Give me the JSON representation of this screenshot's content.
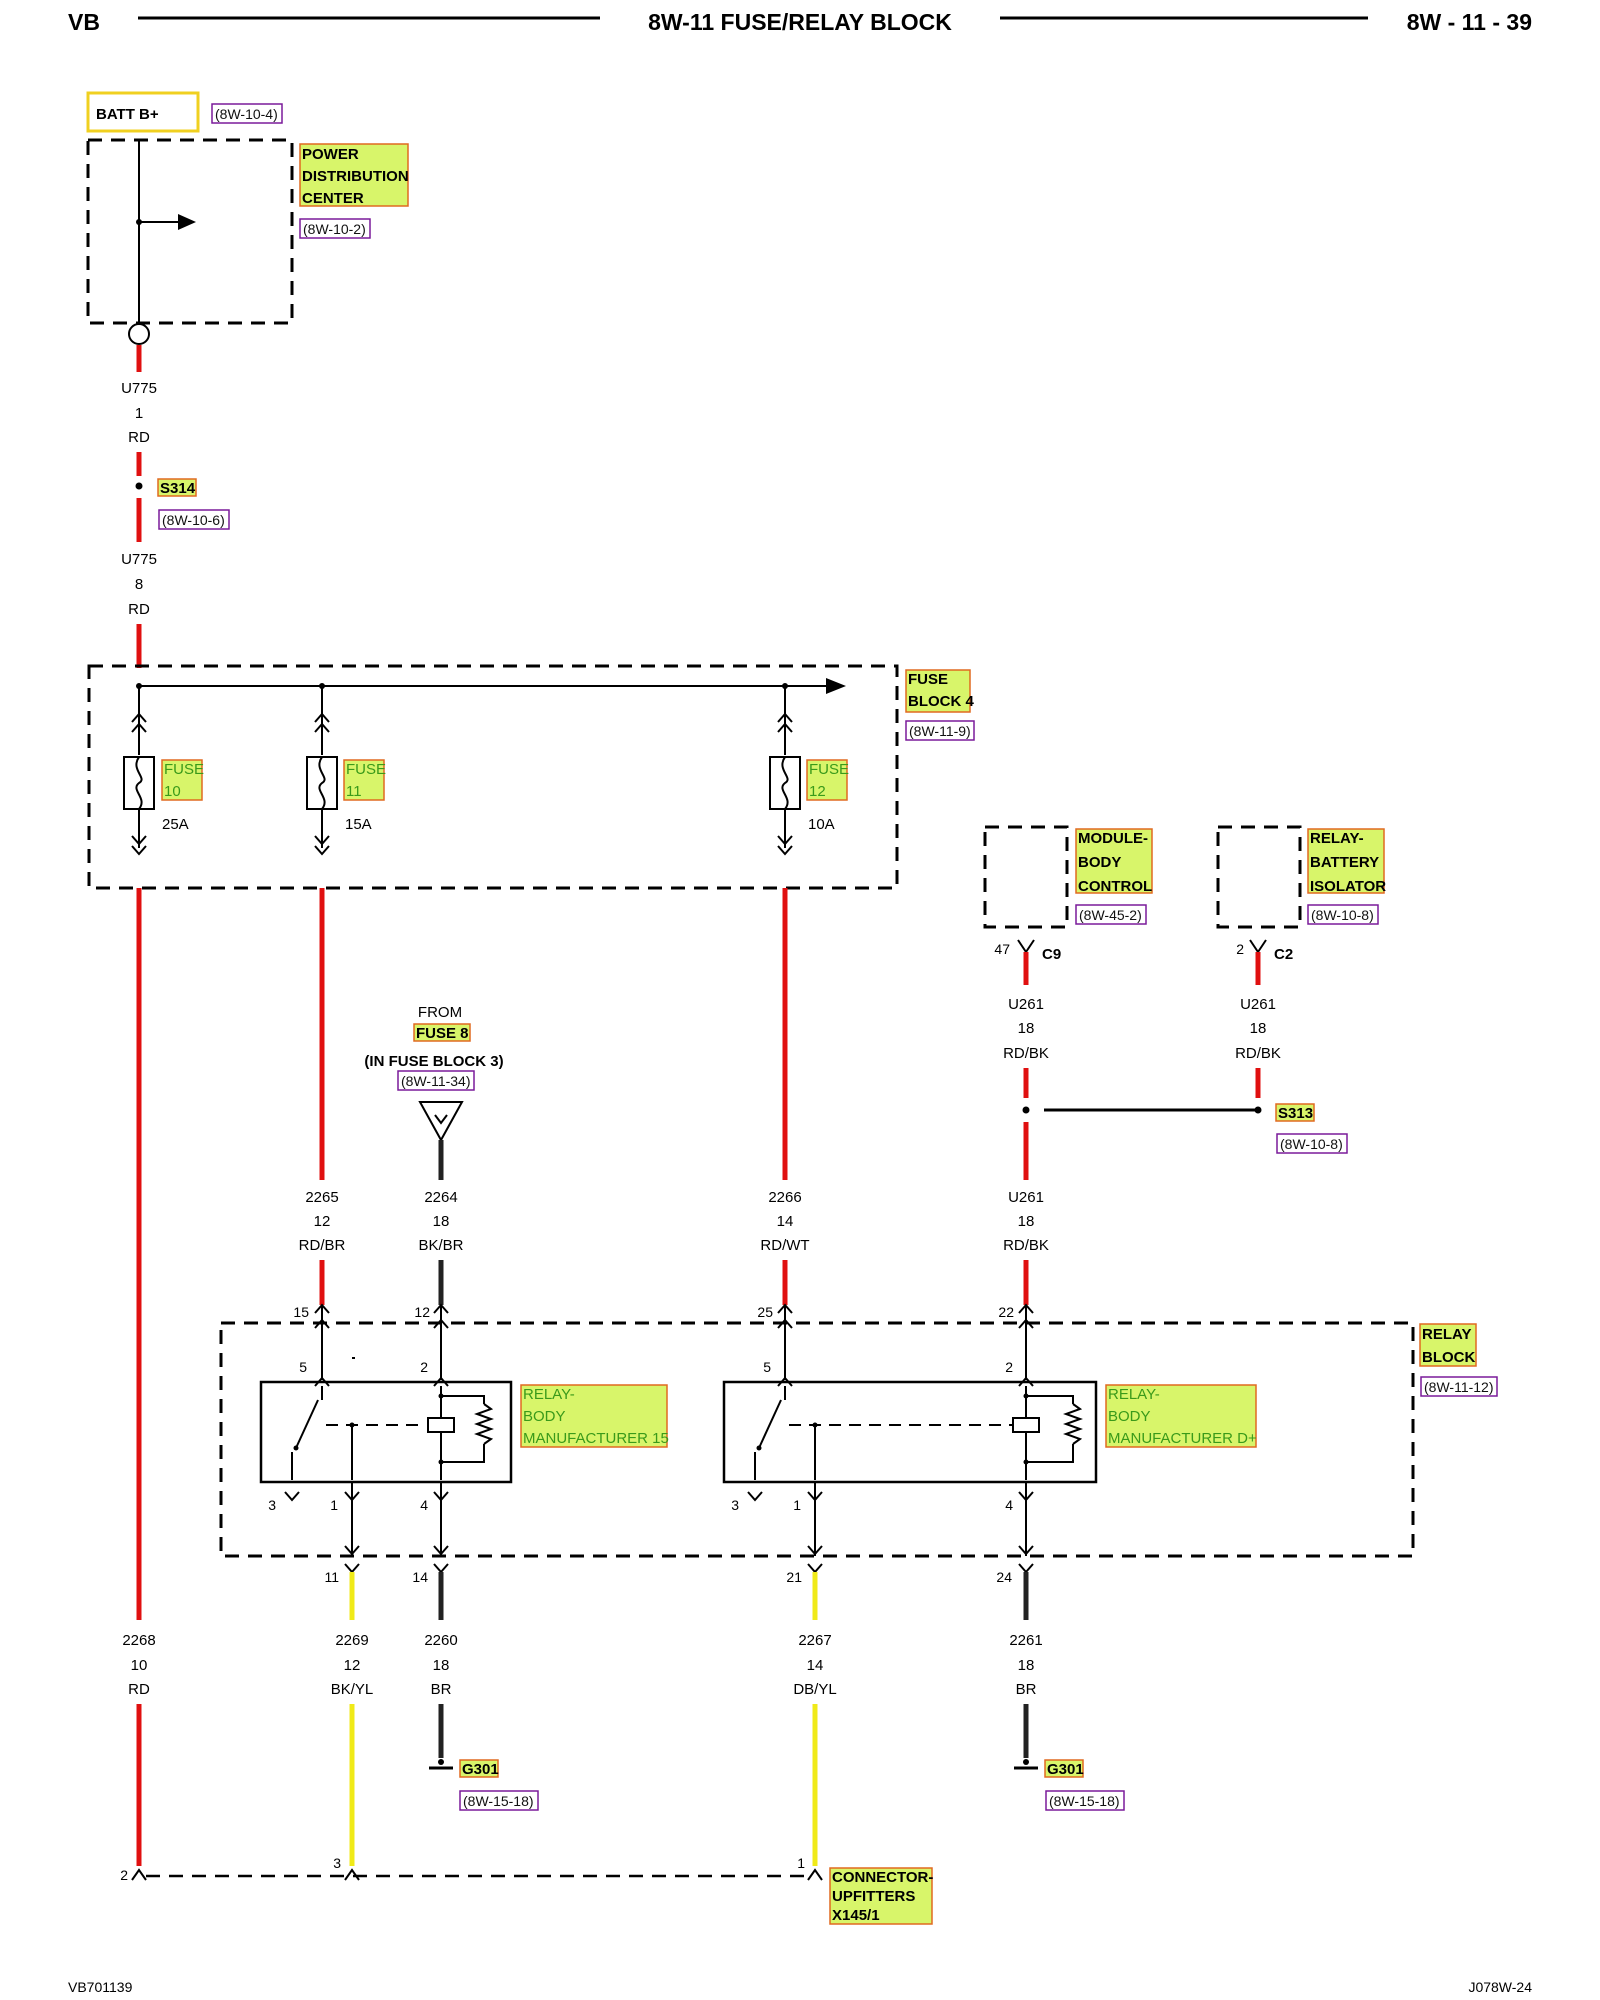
{
  "header": {
    "left": "VB",
    "center": "8W-11 FUSE/RELAY BLOCK",
    "right": "8W - 11 - 39"
  },
  "footer": {
    "left": "VB701139",
    "right": "J078W-24"
  },
  "batt": {
    "label": "BATT B+",
    "ref": "(8W-10-4)"
  },
  "pdc": {
    "line1": "POWER",
    "line2": "DISTRIBUTION",
    "line3": "CENTER",
    "ref": "(8W-10-2)"
  },
  "wire_u775_top": {
    "circuit": "U775",
    "gauge": "1",
    "color": "RD"
  },
  "splice_s314": {
    "label": "S314",
    "ref": "(8W-10-6)"
  },
  "wire_u775_bottom": {
    "circuit": "U775",
    "gauge": "8",
    "color": "RD"
  },
  "fuse_block": {
    "line1": "FUSE",
    "line2": "BLOCK 4",
    "ref": "(8W-11-9)"
  },
  "fuses": [
    {
      "word": "FUSE",
      "num": "10",
      "rating": "25A"
    },
    {
      "word": "FUSE",
      "num": "11",
      "rating": "15A"
    },
    {
      "word": "FUSE",
      "num": "12",
      "rating": "10A"
    }
  ],
  "module_body": {
    "line1": "MODULE-",
    "line2": "BODY",
    "line3": "CONTROL",
    "ref": "(8W-45-2)",
    "pin": "47",
    "conn": "C9"
  },
  "relay_isolator": {
    "line1": "RELAY-",
    "line2": "BATTERY",
    "line3": "ISOLATOR",
    "ref": "(8W-10-8)",
    "pin": "2",
    "conn": "C2"
  },
  "from_fuse8": {
    "from": "FROM",
    "fuse": "FUSE 8",
    "block": "(IN FUSE BLOCK 3)",
    "ref": "(8W-11-34)"
  },
  "wire_u261_a": {
    "circuit": "U261",
    "gauge": "18",
    "color": "RD/BK"
  },
  "wire_u261_b": {
    "circuit": "U261",
    "gauge": "18",
    "color": "RD/BK"
  },
  "splice_s313": {
    "label": "S313",
    "ref": "(8W-10-8)"
  },
  "wire_2265": {
    "circuit": "2265",
    "gauge": "12",
    "color": "RD/BR"
  },
  "wire_2264": {
    "circuit": "2264",
    "gauge": "18",
    "color": "BK/BR"
  },
  "wire_2266": {
    "circuit": "2266",
    "gauge": "14",
    "color": "RD/WT"
  },
  "wire_u261_c": {
    "circuit": "U261",
    "gauge": "18",
    "color": "RD/BK"
  },
  "relay_block": {
    "line1": "RELAY",
    "line2": "BLOCK",
    "ref": "(8W-11-12)"
  },
  "block_pins_top": [
    "15",
    "12",
    "25",
    "22"
  ],
  "relay1": {
    "line1": "RELAY-",
    "line2": "BODY",
    "line3": "MANUFACTURER 15",
    "pins": [
      "5",
      "2",
      "3",
      "1",
      "4"
    ]
  },
  "relay2": {
    "line1": "RELAY-",
    "line2": "BODY",
    "line3": "MANUFACTURER D+",
    "pins": [
      "5",
      "2",
      "3",
      "1",
      "4"
    ]
  },
  "block_pins_bottom": [
    "11",
    "14",
    "21",
    "24"
  ],
  "wire_2268": {
    "circuit": "2268",
    "gauge": "10",
    "color": "RD"
  },
  "wire_2269": {
    "circuit": "2269",
    "gauge": "12",
    "color": "BK/YL"
  },
  "wire_2260": {
    "circuit": "2260",
    "gauge": "18",
    "color": "BR"
  },
  "wire_2267": {
    "circuit": "2267",
    "gauge": "14",
    "color": "DB/YL"
  },
  "wire_2261": {
    "circuit": "2261",
    "gauge": "18",
    "color": "BR"
  },
  "ground1": {
    "label": "G301",
    "ref": "(8W-15-18)"
  },
  "ground2": {
    "label": "G301",
    "ref": "(8W-15-18)"
  },
  "connector": {
    "line1": "CONNECTOR-",
    "line2": "UPFITTERS",
    "line3": "X145/1",
    "pins": [
      "2",
      "3",
      "1"
    ]
  },
  "colors": {
    "power": "#e01010",
    "yellow_wire": "#f0ea18",
    "highlight": "#d8f56a"
  }
}
